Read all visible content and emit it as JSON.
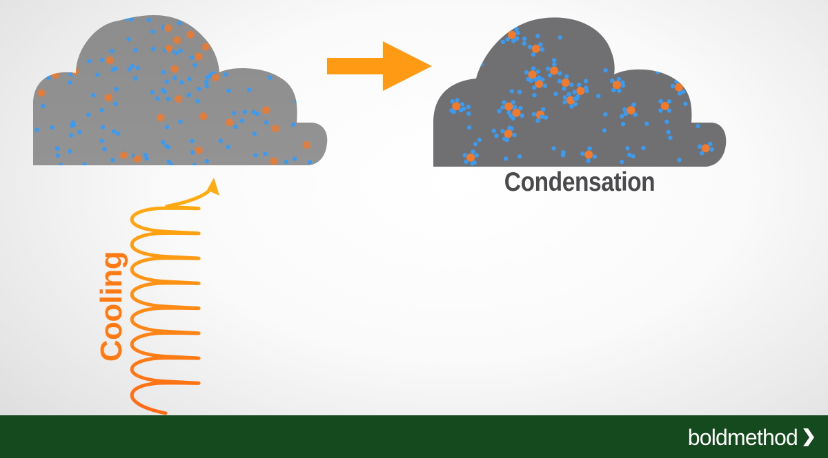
{
  "diagram": {
    "process_label": "Condensation",
    "axis_label": "Cooling"
  },
  "footer": {
    "brand_text": "boldmethod",
    "brand_icon": "chevron-right-icon"
  },
  "colors": {
    "cloud": "#8c8c8c",
    "cloud_condensed": "#6e6e70",
    "vapor_dot": "#3a9bf0",
    "nucleus_dot": "#f07a2e",
    "arrow": "#ff9a14",
    "label": "#4a4a4d",
    "footer": "#154a1e"
  }
}
